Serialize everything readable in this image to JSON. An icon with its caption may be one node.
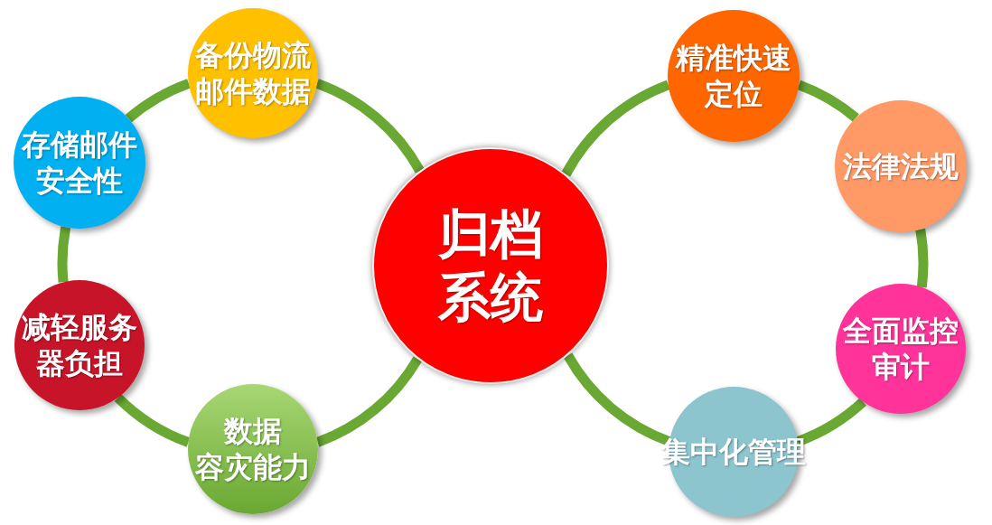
{
  "diagram": {
    "nodes": [
      {
        "text": [
          "归档系统"
        ]
      },
      {
        "text": [
          "备份物流邮件数据"
        ]
      },
      {
        "text": [
          "存储邮件安全性"
        ]
      },
      {
        "text": [
          "减轻服务器负担"
        ]
      },
      {
        "text": [
          "数据容灾能力"
        ]
      },
      {
        "text": [
          "精准快速定位"
        ]
      },
      {
        "text": [
          "法律法规"
        ]
      },
      {
        "text": [
          "全面监控审计"
        ]
      },
      {
        "text": [
          "集中化管理"
        ]
      }
    ],
    "edges": [
      {
        "from": 1,
        "to": 2,
        "arrow": "none"
      },
      {
        "from": 2,
        "to": 3,
        "arrow": "none"
      },
      {
        "from": 3,
        "to": 4,
        "arrow": "none"
      },
      {
        "from": 4,
        "to": 0,
        "arrow": "none"
      },
      {
        "from": 0,
        "to": 1,
        "arrow": "none"
      },
      {
        "from": 0,
        "to": 5,
        "arrow": "none"
      },
      {
        "from": 5,
        "to": 6,
        "arrow": "none"
      },
      {
        "from": 6,
        "to": 7,
        "arrow": "none"
      },
      {
        "from": 7,
        "to": 8,
        "arrow": "none"
      },
      {
        "from": 8,
        "to": 0,
        "arrow": "none"
      }
    ]
  }
}
